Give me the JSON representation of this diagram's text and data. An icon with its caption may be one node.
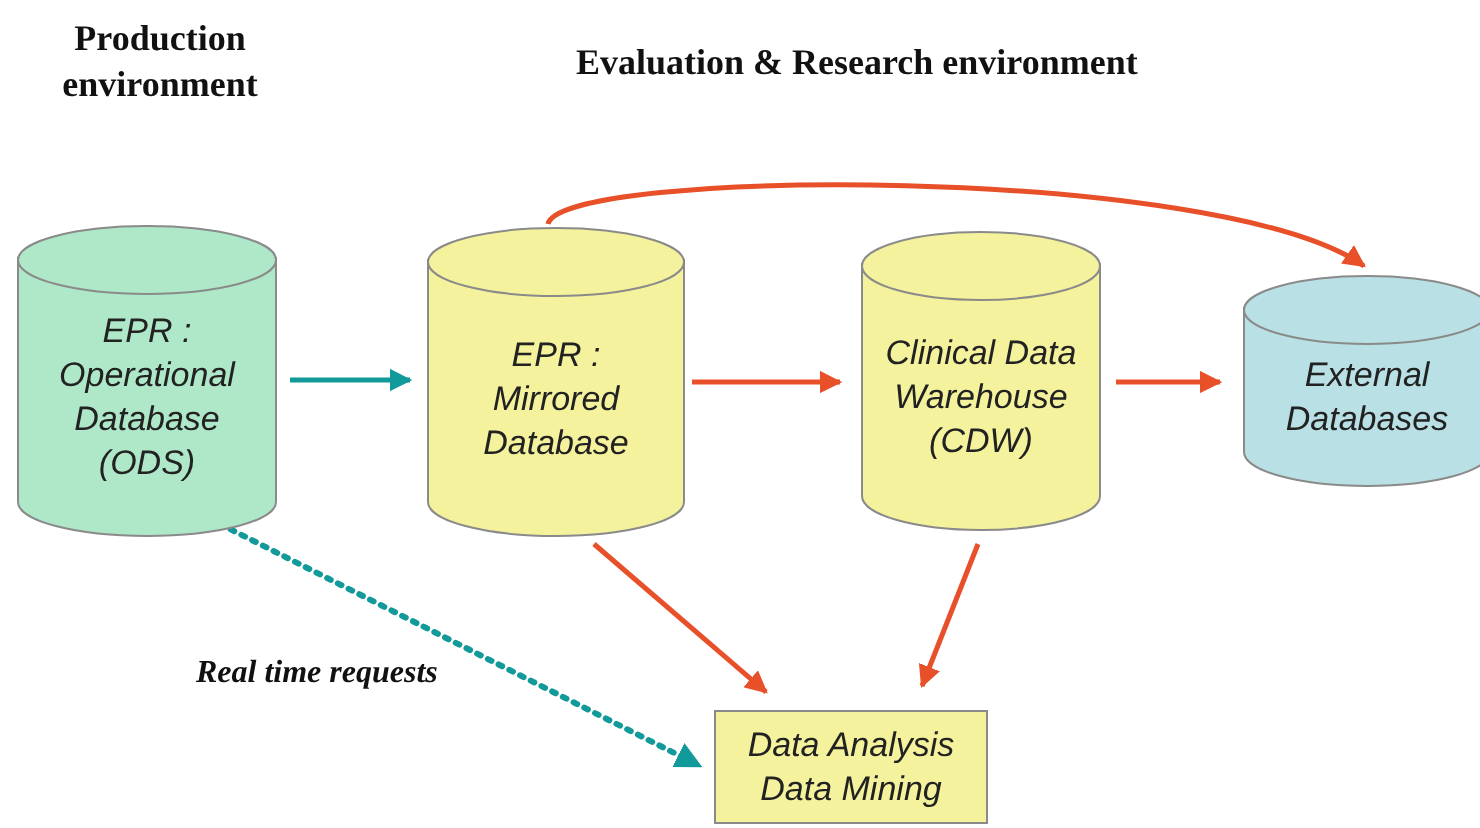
{
  "diagram": {
    "nodes": [
      {
        "text": [
          "EPR : Operational Database (ODS)"
        ]
      },
      {
        "text": [
          "EPR : Mirrored Database"
        ]
      },
      {
        "text": [
          "Clinical Data Warehouse (CDW)"
        ]
      },
      {
        "text": [
          "External Databases"
        ]
      },
      {
        "text": [
          "Data Analysis",
          "Data Mining"
        ]
      }
    ],
    "edges": [
      {
        "from": 0,
        "to": 1,
        "arrow": "to",
        "color": "#12999a"
      },
      {
        "from": 1,
        "to": 2,
        "arrow": "to"
      },
      {
        "from": 2,
        "to": 3,
        "arrow": "to"
      },
      {
        "from": 1,
        "to": 3,
        "arrow": "to"
      },
      {
        "from": 1,
        "to": 4,
        "arrow": "to"
      },
      {
        "from": 2,
        "to": 4,
        "arrow": "to"
      },
      {
        "from": 0,
        "to": 4,
        "arrow": "to",
        "label": "Real time requests",
        "style": "dashed",
        "color": "#12999a"
      }
    ],
    "labels": [
      "Production environment",
      "Evaluation & Research environment"
    ]
  }
}
